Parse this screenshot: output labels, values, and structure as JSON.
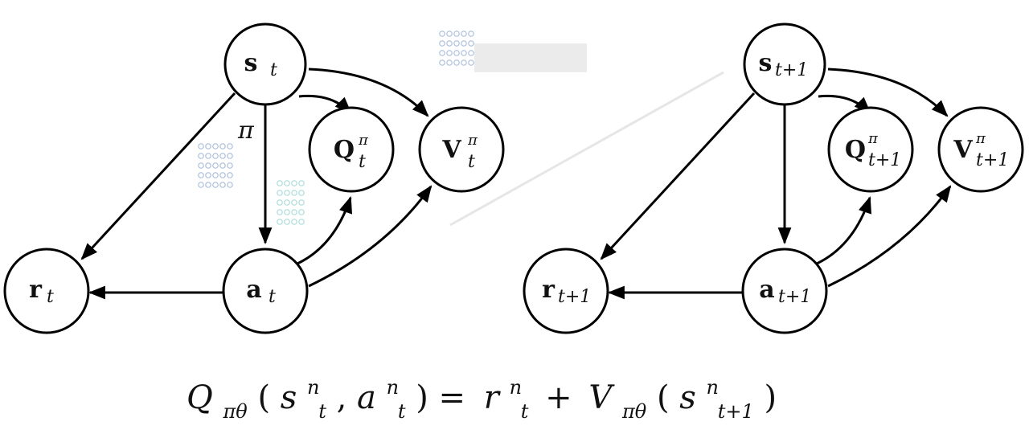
{
  "diagrams": [
    {
      "nodes": [
        {
          "id": "s",
          "base": "s",
          "sub": "t",
          "sup": ""
        },
        {
          "id": "Q",
          "base": "Q",
          "sub": "t",
          "sup": "π"
        },
        {
          "id": "V",
          "base": "V",
          "sub": "t",
          "sup": "π"
        },
        {
          "id": "r",
          "base": "r",
          "sub": "t",
          "sup": ""
        },
        {
          "id": "a",
          "base": "a",
          "sub": "t",
          "sup": ""
        }
      ],
      "policy_label": "π"
    },
    {
      "nodes": [
        {
          "id": "s",
          "base": "s",
          "sub": "t+1",
          "sup": ""
        },
        {
          "id": "Q",
          "base": "Q",
          "sub": "t+1",
          "sup": "π"
        },
        {
          "id": "V",
          "base": "V",
          "sub": "t+1",
          "sup": "π"
        },
        {
          "id": "r",
          "base": "r",
          "sub": "t+1",
          "sup": ""
        },
        {
          "id": "a",
          "base": "a",
          "sub": "t+1",
          "sup": ""
        }
      ]
    }
  ],
  "edges": [
    {
      "from": "s",
      "to": "a"
    },
    {
      "from": "s",
      "to": "r"
    },
    {
      "from": "s",
      "to": "Q"
    },
    {
      "from": "s",
      "to": "V"
    },
    {
      "from": "a",
      "to": "r"
    },
    {
      "from": "a",
      "to": "Q"
    },
    {
      "from": "a",
      "to": "V"
    }
  ],
  "equation": {
    "lhs_Q": "Q",
    "lhs_sub": "πθ",
    "arg1": "s",
    "arg1_sup": "n",
    "arg1_sub": "t",
    "arg2": "a",
    "arg2_sup": "n",
    "arg2_sub": "t",
    "equals": "=",
    "r": "r",
    "r_sup": "n",
    "r_sub": "t",
    "plus": "+",
    "V": "V",
    "V_sub": "πθ",
    "arg3": "s",
    "arg3_sup": "n",
    "arg3_sub": "t+1"
  }
}
